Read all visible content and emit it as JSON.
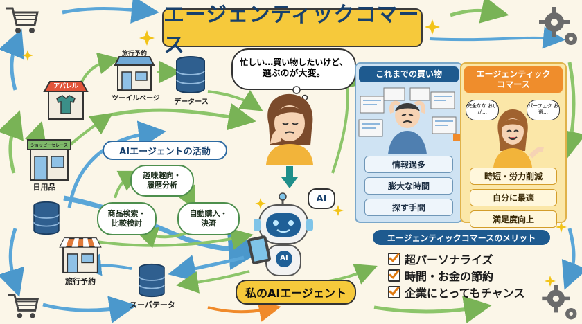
{
  "title": "エージェンティックコマース",
  "stores": {
    "travel_top": "旅行予約",
    "apparel": "アパレル",
    "tweelbage": "ツーイルベージ",
    "database": "データース",
    "daily_sign": "ショッピーセレース",
    "daily": "日用品",
    "travel_bottom": "旅行予約",
    "super": "スーパテータ"
  },
  "thought_bubble": {
    "line1": "忙しい…買い物したいけど、",
    "line2": "選ぶのが大変。"
  },
  "activity": {
    "title": "AIエージェントの活動",
    "items": [
      "趣味趣向・履歴分析",
      "自動購入・決済",
      "商品検索・比較検討"
    ]
  },
  "agent": {
    "badge": "AI",
    "chest": "AI",
    "label": "私のAIエージェント"
  },
  "comparison": {
    "old_title": "これまでの買い物",
    "old_items": [
      "情報過多",
      "膨大な時間",
      "探す手間"
    ],
    "new_title_line1": "エージェンティック",
    "new_title_line2": "コマース",
    "new_items": [
      "時短・労力削減",
      "自分に最適",
      "満足度向上"
    ],
    "small_bubble_left": "完全なな おいが…",
    "small_bubble_right": "パーフェク お選…"
  },
  "merits": {
    "title": "エージェンティックコマースのメリット",
    "items": [
      "超パーソナライズ",
      "時間・お金の節約",
      "企業にとってもチャンス"
    ]
  },
  "colors": {
    "title_bg": "#f6c93b",
    "navy": "#17406d",
    "arrow_green": "#8cc56a",
    "arrow_blue": "#5aa6d8",
    "old_panel": "#cfe3f3",
    "new_panel": "#fbe7a8",
    "panel_arrow": "#f08a2a"
  }
}
